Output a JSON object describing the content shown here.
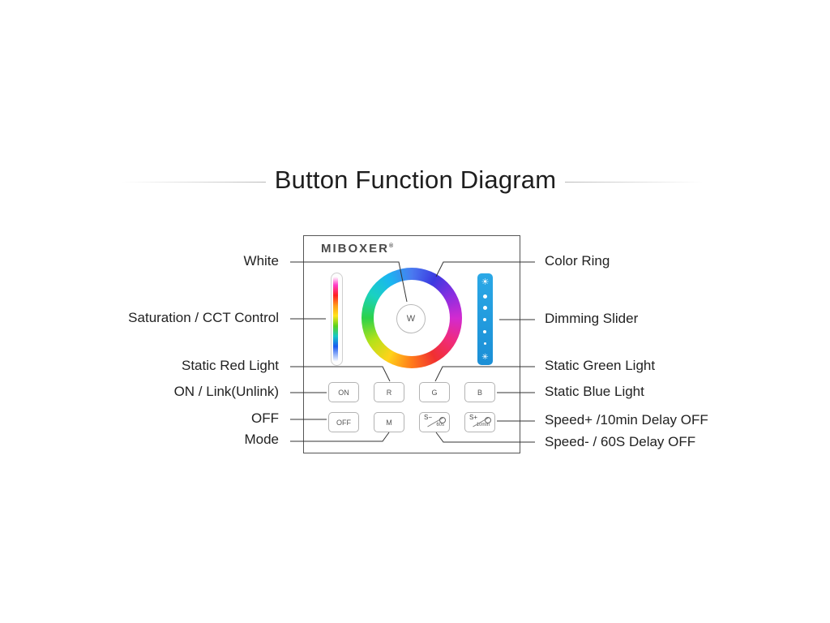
{
  "title": "Button Function Diagram",
  "brand": "MIBOXER",
  "brand_mark": "®",
  "wheel_button": "W",
  "keys": {
    "on": "ON",
    "r": "R",
    "g": "G",
    "b": "B",
    "off": "OFF",
    "m": "M",
    "speed_minus": {
      "top": "S−",
      "bottom": "60s"
    },
    "speed_plus": {
      "top": "S+",
      "bottom": "10min"
    }
  },
  "dimmer_icons": {
    "top": "sun-bright-icon",
    "bottom": "sun-dim-icon",
    "top_glyph": "☀",
    "bottom_glyph": "✳"
  },
  "labels_left": {
    "white": "White",
    "saturation": "Saturation / CCT Control",
    "static_red": "Static Red Light",
    "on_link": "ON / Link(Unlink)",
    "off": "OFF",
    "mode": "Mode"
  },
  "labels_right": {
    "color_ring": "Color Ring",
    "dimming": "Dimming Slider",
    "static_green": "Static Green Light",
    "static_blue": "Static Blue Light",
    "speed_plus": "Speed+ /10min Delay OFF",
    "speed_minus": "Speed- / 60S Delay OFF"
  },
  "colors": {
    "dimmer_blue": "#1f97dc",
    "leader_line": "#333333"
  }
}
